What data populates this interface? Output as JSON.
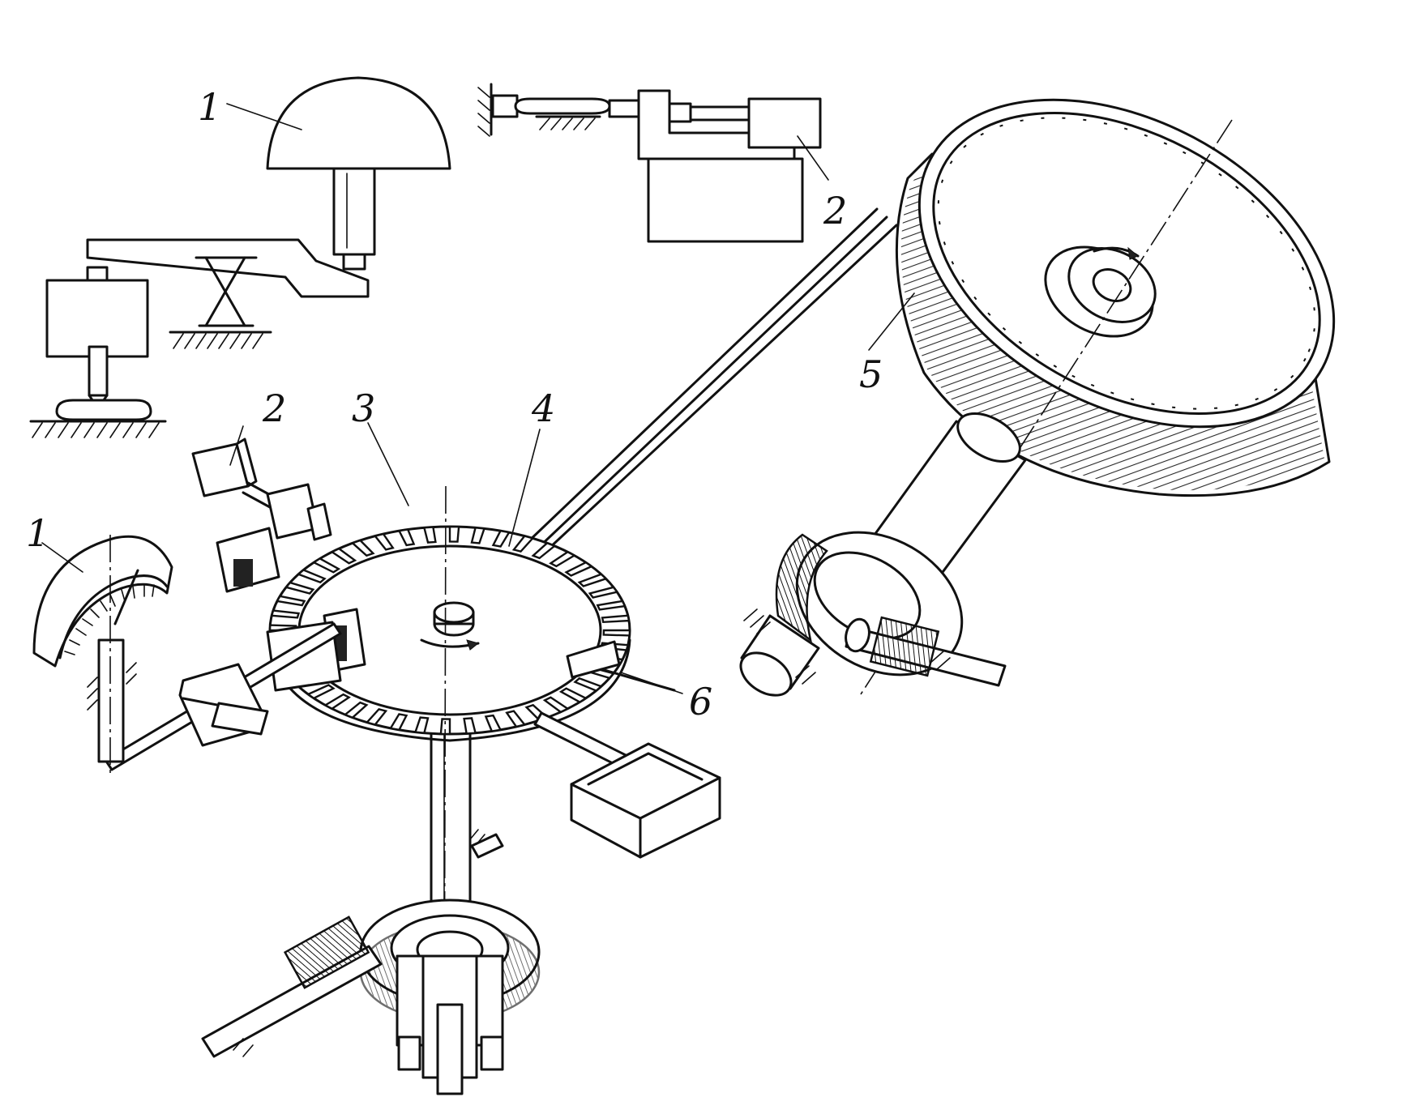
{
  "labels": {
    "upper_1": "1",
    "upper_2": "2",
    "l1": "1",
    "l2": "2",
    "l3": "3",
    "l4": "4",
    "l5": "5",
    "l6": "6"
  }
}
